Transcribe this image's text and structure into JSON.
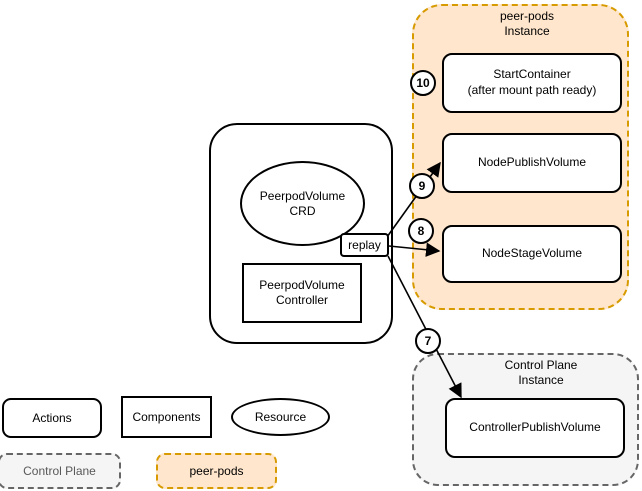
{
  "palette": {
    "canvas_bg": "#FFFFFF",
    "peer_pods_fill": "#FFE6CC",
    "peer_pods_border": "#D79B00",
    "control_plane_fill": "#F5F5F5",
    "control_plane_border": "#666666",
    "node_fill": "#FFFFFF",
    "node_border": "#000000",
    "muted_text": "#595959"
  },
  "peer_pods_group": {
    "title_line1": "peer-pods",
    "title_line2": "Instance",
    "start_container": {
      "step": "10",
      "label": "StartContainer",
      "sublabel": "(after mount path ready)"
    },
    "node_publish_volume": {
      "step": "9",
      "label": "NodePublishVolume"
    },
    "node_stage_volume": {
      "step": "8",
      "label": "NodeStageVolume"
    }
  },
  "control_plane_group": {
    "title_line1": "Control Plane",
    "title_line2": "Instance",
    "controller_publish_volume": {
      "step": "7",
      "label": "ControllerPublishVolume"
    }
  },
  "component_group": {
    "crd_line1": "PeerpodVolume",
    "crd_line2": "CRD",
    "controller_line1": "PeerpodVolume",
    "controller_line2": "Controller"
  },
  "edge_label": "replay",
  "legend": {
    "actions": "Actions",
    "components": "Components",
    "resource": "Resource",
    "control_plane": "Control Plane",
    "peer_pods": "peer-pods"
  }
}
